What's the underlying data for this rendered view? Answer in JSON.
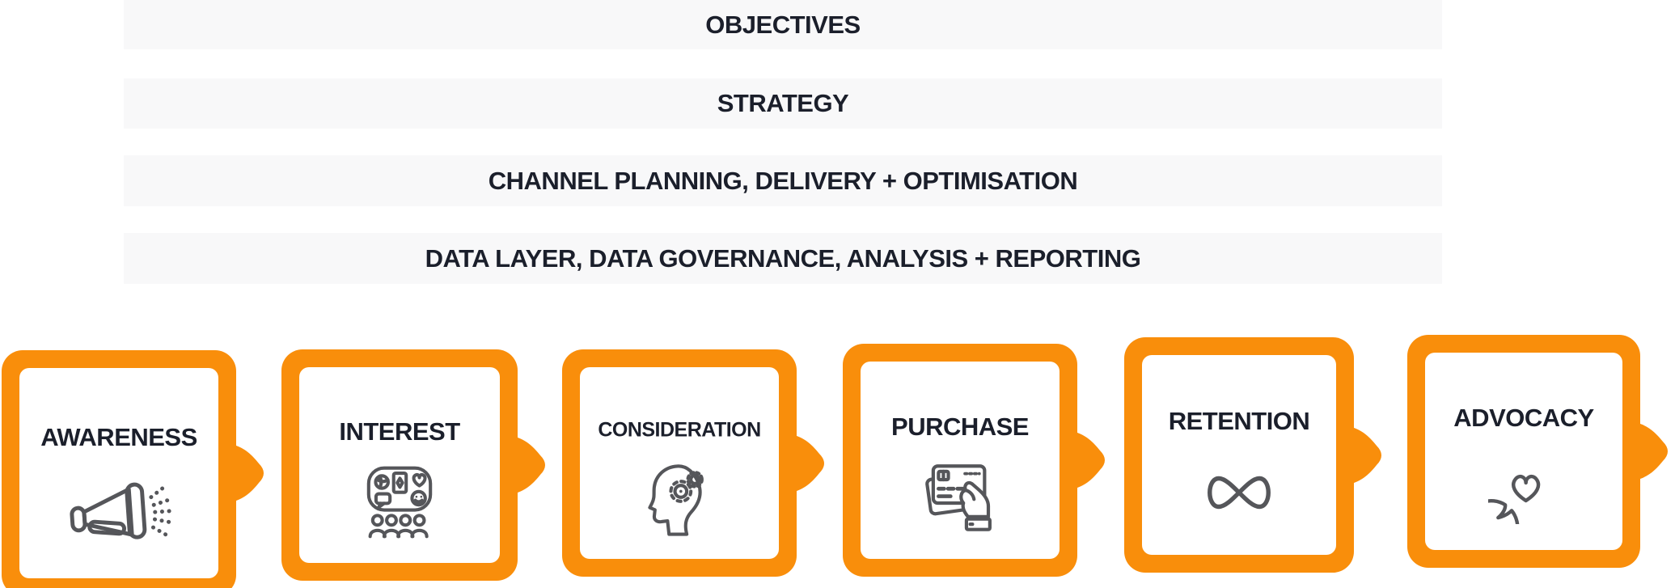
{
  "colors": {
    "accent": "#F98E0B",
    "text": "#1B1F2B",
    "bar_bg": "#F8F8F9",
    "icon": "#55565A"
  },
  "layers": [
    {
      "label": "OBJECTIVES"
    },
    {
      "label": "STRATEGY"
    },
    {
      "label": "CHANNEL PLANNING, DELIVERY + OPTIMISATION"
    },
    {
      "label": "DATA LAYER, DATA GOVERNANCE, ANALYSIS + REPORTING"
    }
  ],
  "stages": [
    {
      "label": "AWARENESS",
      "icon": "megaphone-icon"
    },
    {
      "label": "INTEREST",
      "icon": "audience-billboard-icon"
    },
    {
      "label": "CONSIDERATION",
      "icon": "head-gears-icon"
    },
    {
      "label": "PURCHASE",
      "icon": "hand-credit-card-icon"
    },
    {
      "label": "RETENTION",
      "icon": "infinity-icon"
    },
    {
      "label": "ADVOCACY",
      "icon": "heart-speech-bubble-icon"
    }
  ]
}
